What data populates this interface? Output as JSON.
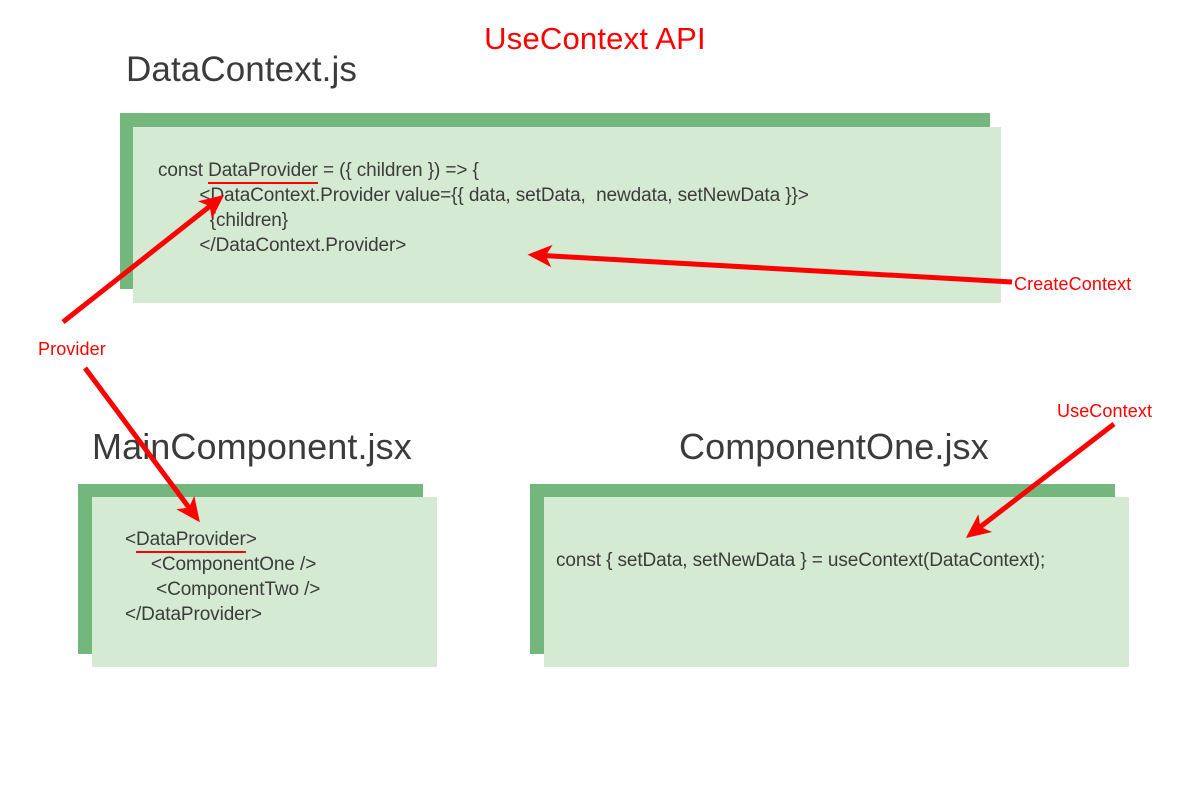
{
  "slide": {
    "title": "UseContext API",
    "title_color": "#fe0000",
    "background": "#ffffff"
  },
  "theme": {
    "card_back_color": "#74b77c",
    "card_front_color": "#d4ead2",
    "code_text_color": "#3c3c3c",
    "heading_text_color": "#3b3b3b",
    "annotation_color": "#fe0000",
    "underline_color": "#fe0000"
  },
  "cards": [
    {
      "heading": "DataContext.js",
      "code_lines": [
        "const ",
        "DataProvider",
        " = ({ children }) => {",
        "        <DataContext.Provider value={{ data, setData,  newdata, setNewData }}>",
        "          {children}",
        "        </DataContext.Provider>"
      ],
      "code_line1_prefix": "const ",
      "code_line1_underlined": "DataProvider",
      "code_line1_suffix": " = ({ children }) => {",
      "code_line2": "        <DataContext.Provider value={{ data, setData,  newdata, setNewData }}>",
      "code_line3": "          {children}",
      "code_line4": "        </DataContext.Provider>"
    },
    {
      "heading": "MainComponent.jsx",
      "code_line1_prefix": "<",
      "code_line1_underlined": "DataProvider",
      "code_line1_suffix": ">",
      "code_line2": "     <ComponentOne />",
      "code_line3": "      <ComponentTwo />",
      "code_line4": "</DataProvider>"
    },
    {
      "heading": "ComponentOne.jsx",
      "code_line1": "const { setData, setNewData } = useContext(DataContext);"
    }
  ],
  "annotations": [
    {
      "label": "CreateContext",
      "points_to": "</DataContext.Provider>"
    },
    {
      "label": "Provider",
      "points_to": "DataProvider definition and <DataProvider> usage"
    },
    {
      "label": "UseContext",
      "points_to": "useContext(DataContext) call"
    }
  ]
}
